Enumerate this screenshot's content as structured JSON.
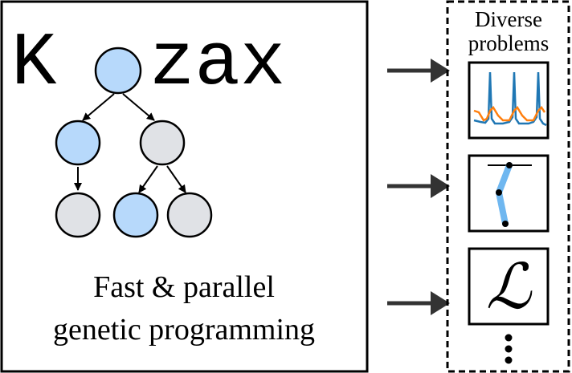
{
  "logo": {
    "text_left": "K",
    "text_right": "zax"
  },
  "tagline": {
    "line1": "Fast & parallel",
    "line2": "genetic programming"
  },
  "problems": {
    "title_line1": "Diverse",
    "title_line2": "problems",
    "loss_symbol": "ℒ",
    "icons": [
      "spike-plot-icon",
      "pendulum-icon",
      "loss-symbol-icon"
    ],
    "more_symbol": "ellipsis-vertical-icon"
  },
  "tree": {
    "nodes": [
      {
        "id": "root",
        "style": "blue"
      },
      {
        "id": "l1-left",
        "style": "blue"
      },
      {
        "id": "l1-right",
        "style": "gray"
      },
      {
        "id": "l2-a",
        "style": "gray"
      },
      {
        "id": "l2-b",
        "style": "blue"
      },
      {
        "id": "l2-c",
        "style": "gray"
      }
    ]
  },
  "colors": {
    "node_blue": "#b7d9fb",
    "node_gray": "#e0e2e6",
    "spike_blue": "#1f77b4",
    "spike_orange": "#ff7f0e",
    "pendulum_rod": "#6fb7f0"
  }
}
